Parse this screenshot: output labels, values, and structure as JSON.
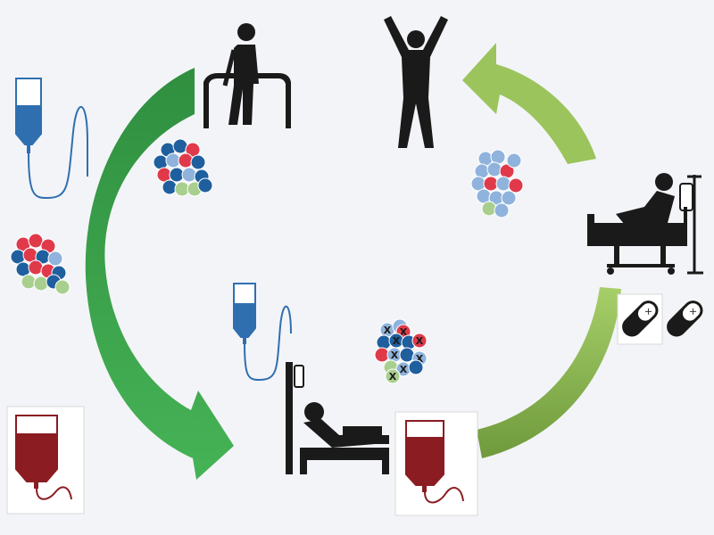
{
  "colors": {
    "background": "#f3f4f8",
    "arrow_dark_green": "#3aa14a",
    "arrow_light_green": "#9bc45c",
    "arrow_olive_green": "#7ea84a",
    "cell_red": "#e03a4a",
    "cell_dark_blue": "#1f5f9e",
    "cell_light_blue": "#8fb3dc",
    "cell_green": "#a9cf8e",
    "iv_blue": "#2f6fb0",
    "blood_red": "#8a1c22",
    "silhouette": "#1a1a1a"
  },
  "icons": [
    "iv-bag-icon",
    "blood-bag-icon",
    "walking-rehab-icon",
    "celebrating-person-icon",
    "patient-bed-icon",
    "capsule-pill-icon",
    "cell-cluster-icon",
    "cycle-arrow-icon"
  ],
  "cell_clusters": [
    {
      "id": "cluster-left",
      "marked": false
    },
    {
      "id": "cluster-top-left",
      "marked": false
    },
    {
      "id": "cluster-top-right",
      "marked": false
    },
    {
      "id": "cluster-center",
      "marked": true,
      "mark": "X"
    }
  ]
}
